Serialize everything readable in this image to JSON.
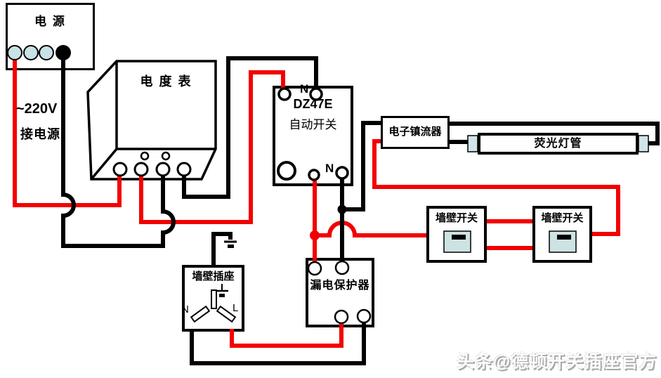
{
  "components": {
    "power_supply": {
      "label": "电 源",
      "voltage_label": "~220V",
      "connect_label": "接电源"
    },
    "energy_meter": {
      "label": "电 度 表"
    },
    "circuit_breaker": {
      "neutral_top_label": "N",
      "model": "DZ47E",
      "label": "自动开关",
      "neutral_bottom_label": "N"
    },
    "ballast": {
      "label": "电子镇流器"
    },
    "fluorescent_tube": {
      "label": "荧光灯管"
    },
    "wall_switch_left": {
      "label": "墙壁开关"
    },
    "wall_switch_right": {
      "label": "墙壁开关"
    },
    "wall_socket": {
      "label": "墙壁插座",
      "neutral_label": "N",
      "live_label": "L"
    },
    "leakage_protector": {
      "label": "漏电保护器"
    }
  },
  "watermark": {
    "text": "头条@德顿开关插座官方"
  },
  "colors": {
    "live_wire_red": "#f20000",
    "neutral_wire_black": "#000000",
    "terminal_fill_blue": "#c8e2e6",
    "switch_rocker_fill": "#cde2e2",
    "tube_cap_fill": "#cfe5e8"
  }
}
